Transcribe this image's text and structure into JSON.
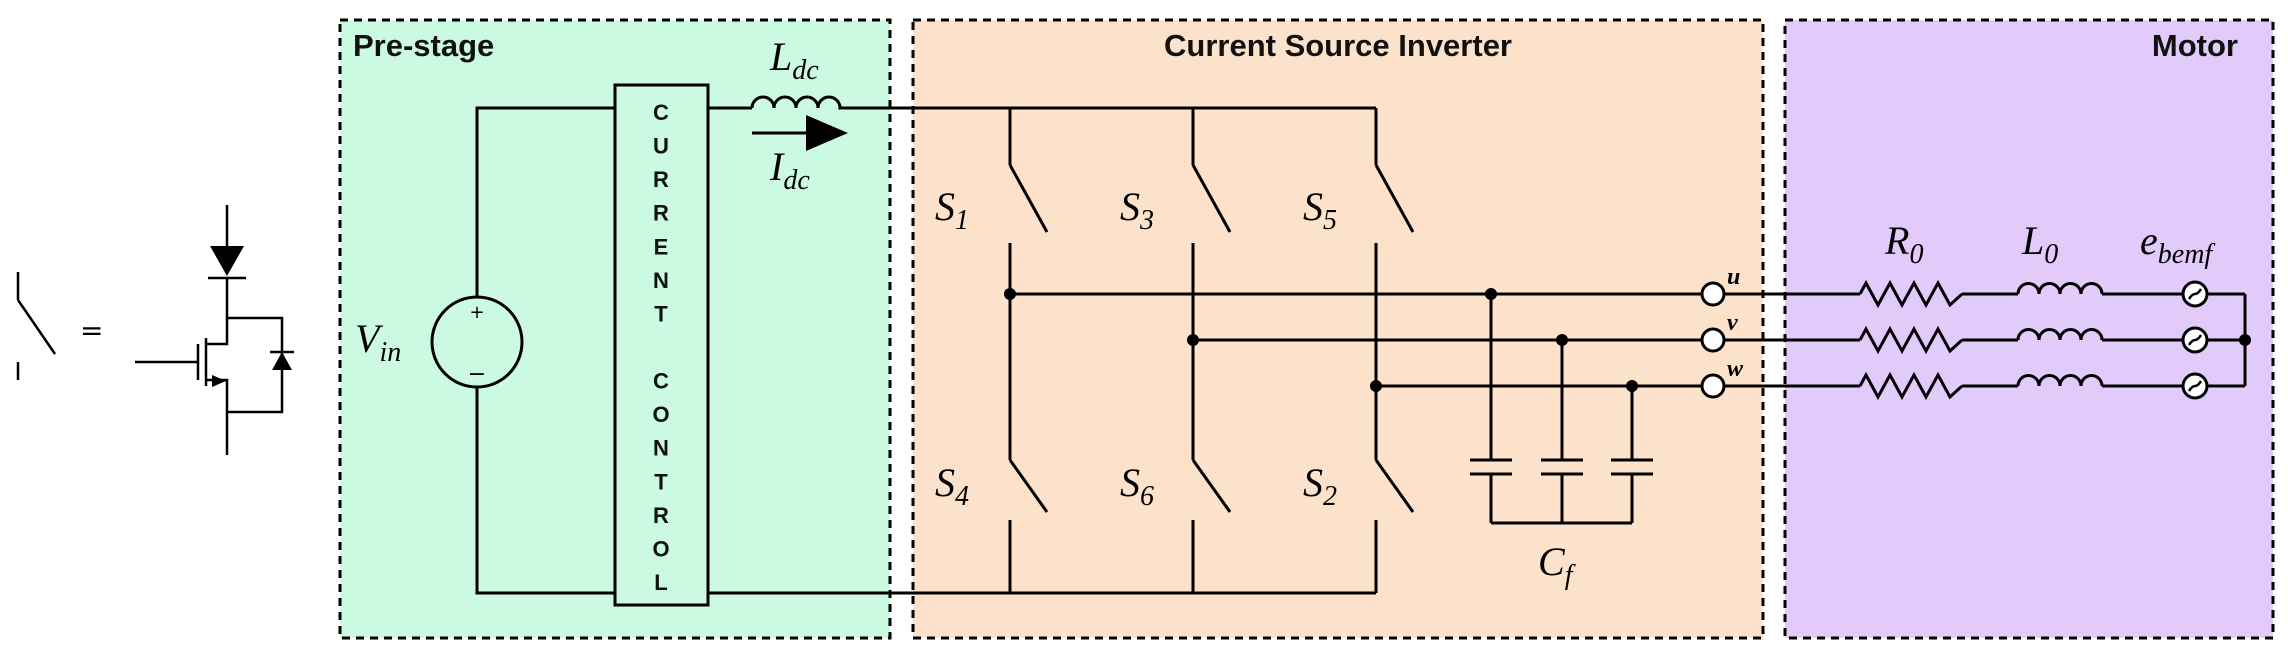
{
  "sections": {
    "prestage": {
      "title": "Pre-stage",
      "color": "#ccf9e1"
    },
    "csi": {
      "title": "Current Source Inverter",
      "color": "#fde2cb"
    },
    "motor": {
      "title": "Motor",
      "color": "#e2cafb"
    }
  },
  "legend": {
    "equals": "="
  },
  "control_letters": [
    "C",
    "U",
    "R",
    "R",
    "E",
    "N",
    "T",
    "",
    "C",
    "O",
    "N",
    "T",
    "R",
    "O",
    "L"
  ],
  "source": {
    "name": "V",
    "sub": "in",
    "plus": "+",
    "minus": "−"
  },
  "inductor_dc": {
    "name": "L",
    "sub": "dc"
  },
  "current_dc": {
    "name": "I",
    "sub": "dc"
  },
  "switches": [
    {
      "name": "S",
      "sub": "1"
    },
    {
      "name": "S",
      "sub": "3"
    },
    {
      "name": "S",
      "sub": "5"
    },
    {
      "name": "S",
      "sub": "4"
    },
    {
      "name": "S",
      "sub": "6"
    },
    {
      "name": "S",
      "sub": "2"
    }
  ],
  "filter_cap": {
    "name": "C",
    "sub": "f"
  },
  "phases": [
    "u",
    "v",
    "w"
  ],
  "motor": {
    "resistor": {
      "name": "R",
      "sub": "0"
    },
    "inductor": {
      "name": "L",
      "sub": "0"
    },
    "bemf": {
      "name": "e",
      "sub": "bemf"
    }
  }
}
